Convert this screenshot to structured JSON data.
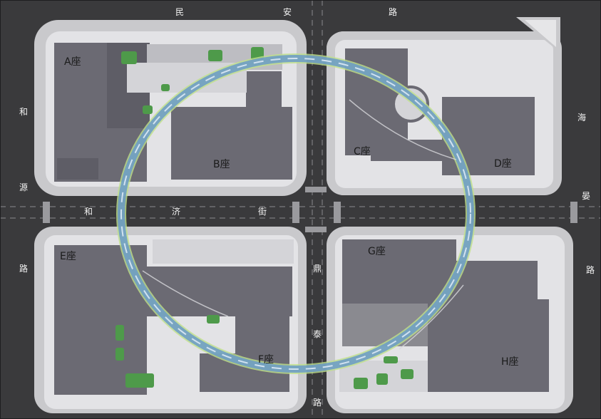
{
  "roads": {
    "top": [
      "民",
      "安",
      "路"
    ],
    "left": [
      "和",
      "源",
      "路"
    ],
    "middle": [
      "和",
      "济",
      "街"
    ],
    "center": [
      "鼎",
      "泰",
      "路"
    ],
    "right": [
      "海",
      "晏",
      "路"
    ]
  },
  "buildings": {
    "a": "A座",
    "b": "B座",
    "c": "C座",
    "d": "D座",
    "e": "E座",
    "f": "F座",
    "g": "G座",
    "h": "H座"
  },
  "colors": {
    "road": "#3a3a3c",
    "sidewalk": "#c9c9cc",
    "plaza": "#e6e6e8",
    "building": "#6b6a73",
    "ring": "#6a9ac8"
  }
}
